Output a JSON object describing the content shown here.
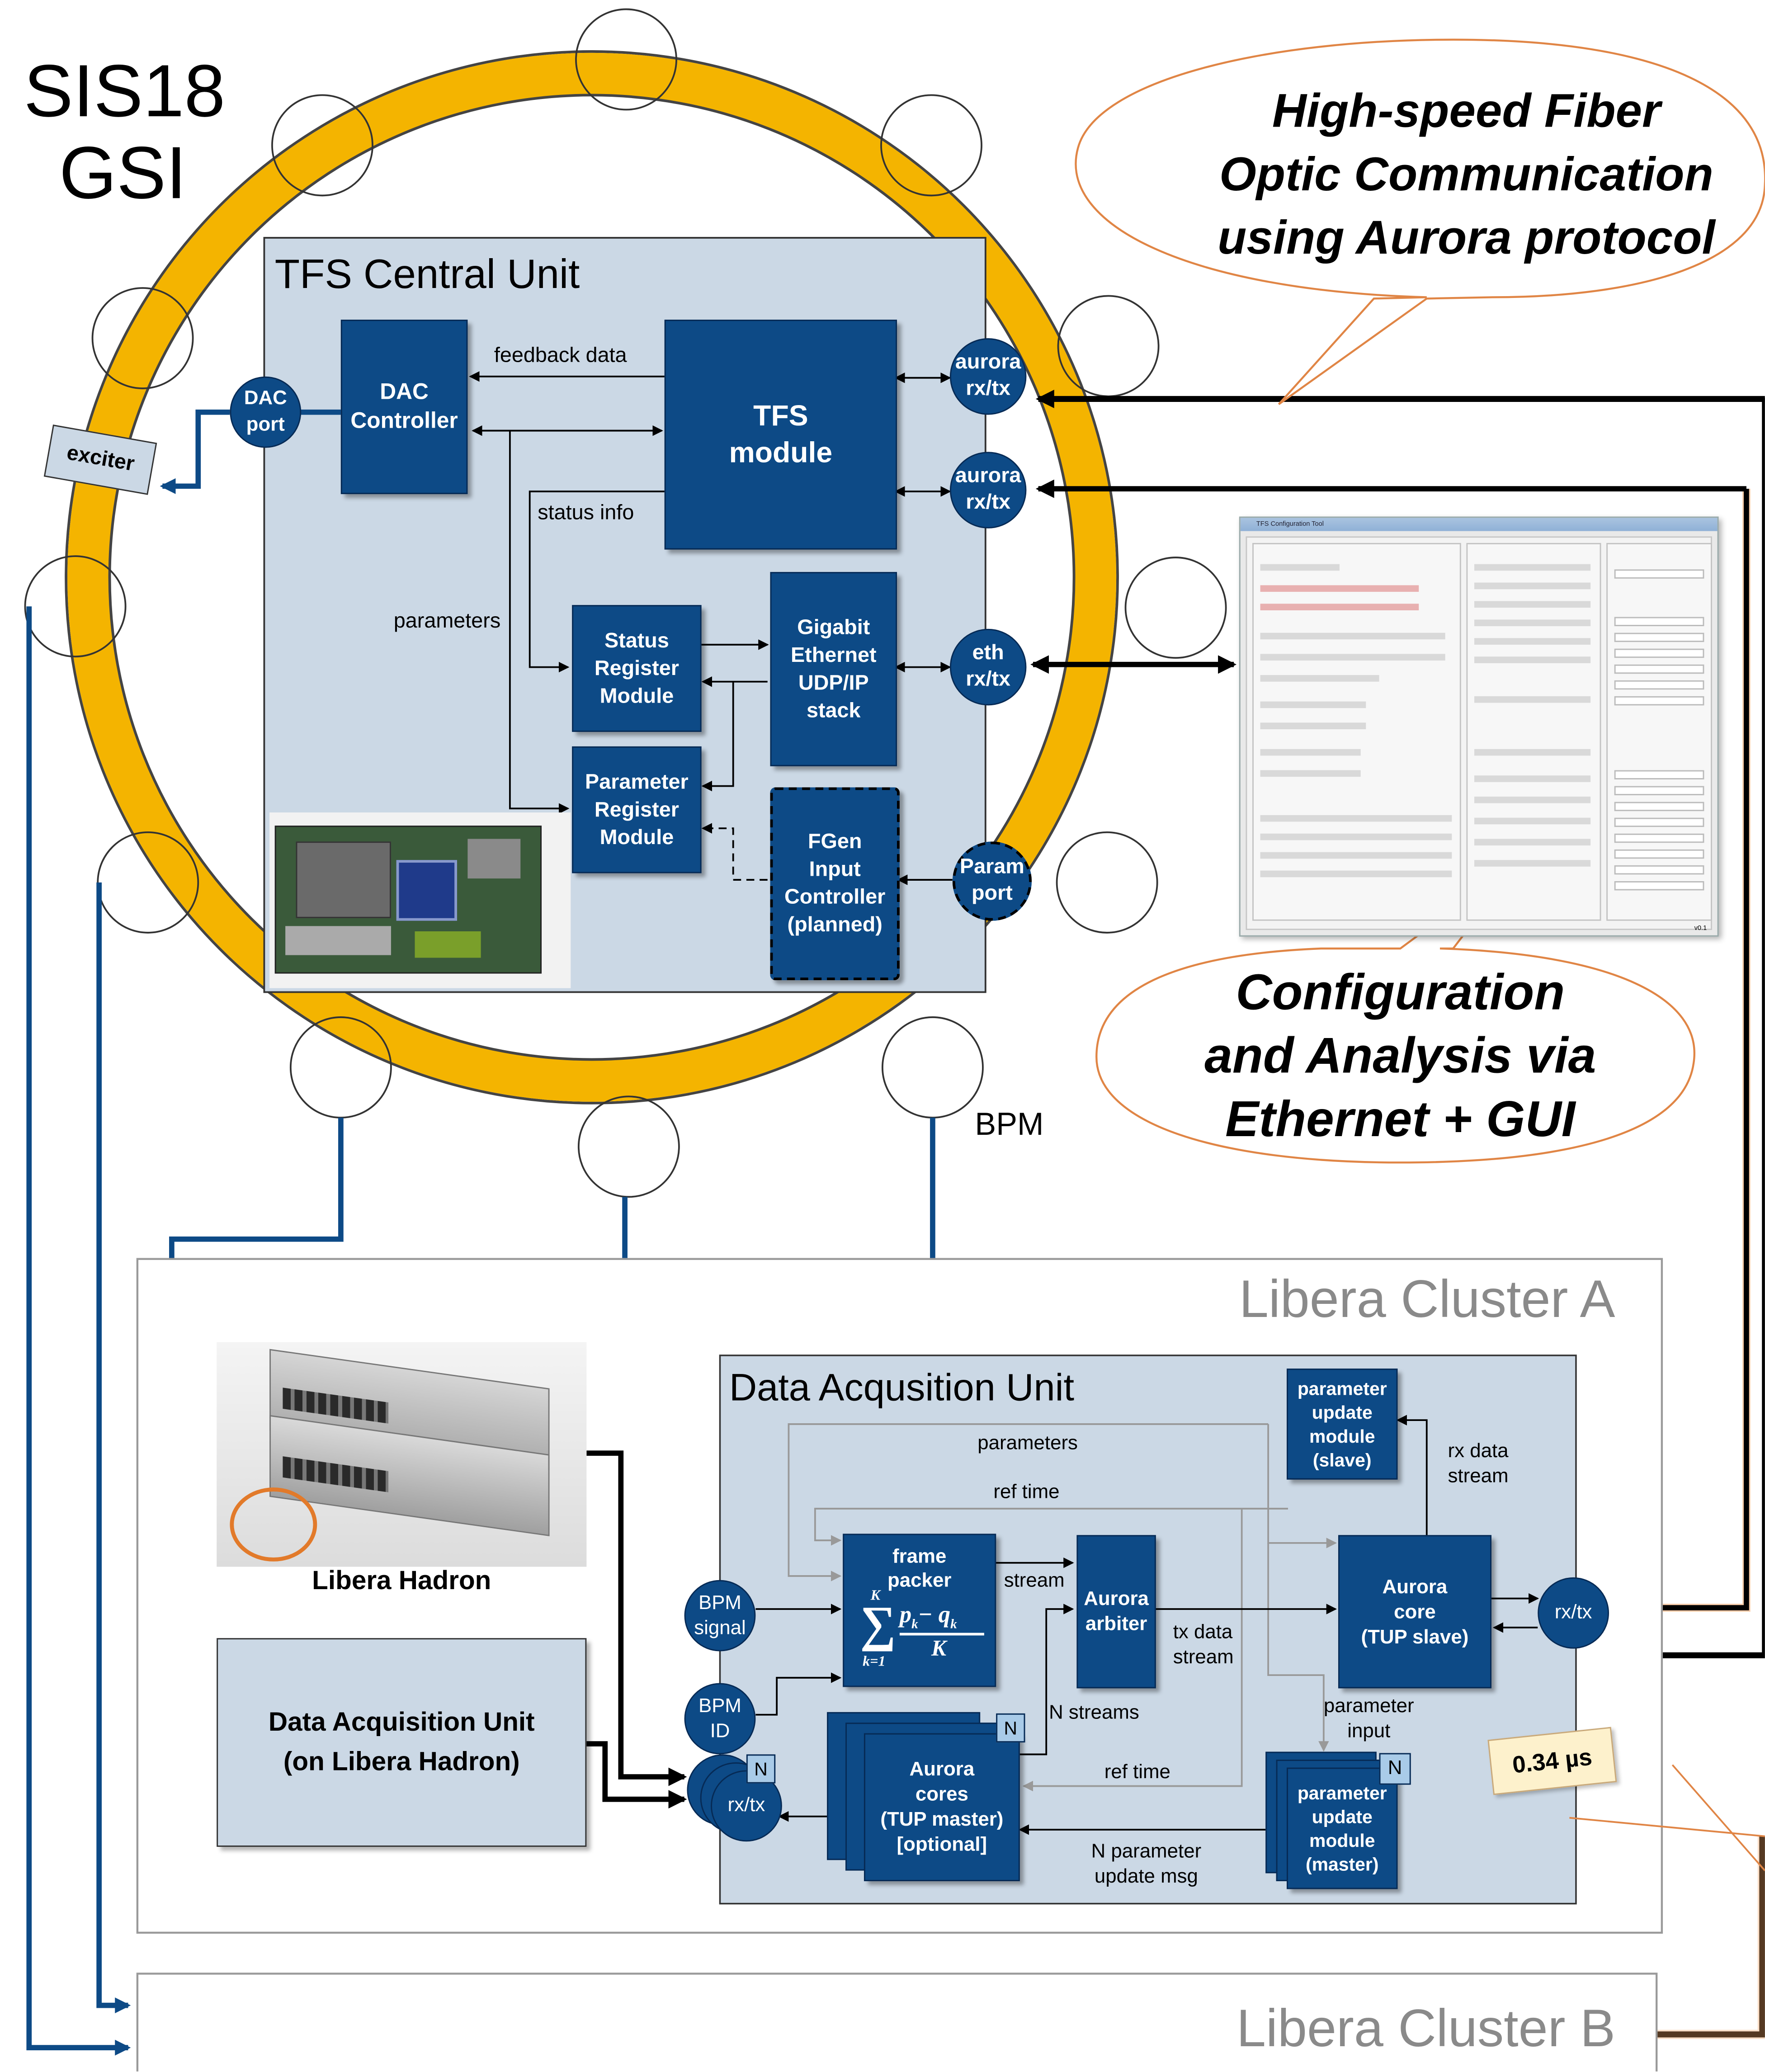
{
  "ring": {
    "title_line1": "SIS18",
    "title_line2": "GSI",
    "colors": {
      "ring": "#f4b400",
      "module": "#0d4a86",
      "panel": "#cbd8e5"
    }
  },
  "central_unit": {
    "title": "TFS Central Unit",
    "dac_port": [
      "DAC",
      "port"
    ],
    "dac_controller": [
      "DAC",
      "Controller"
    ],
    "tfs_module": [
      "TFS",
      "module"
    ],
    "aurora_port_1": [
      "aurora",
      "rx/tx"
    ],
    "aurora_port_2": [
      "aurora",
      "rx/tx"
    ],
    "eth_port": [
      "eth",
      "rx/tx"
    ],
    "param_port": [
      "Param",
      "port"
    ],
    "status_register": [
      "Status",
      "Register",
      "Module"
    ],
    "gigabit_stack": [
      "Gigabit",
      "Ethernet",
      "UDP/IP",
      "stack"
    ],
    "parameter_register": [
      "Parameter",
      "Register",
      "Module"
    ],
    "fgen_controller": [
      "FGen",
      "Input",
      "Controller",
      "(planned)"
    ],
    "labels": {
      "feedback_data": "feedback data",
      "status_info": "status info",
      "parameters": "parameters"
    }
  },
  "exciter": "exciter",
  "bpm_label": "BPM",
  "callouts": {
    "fiber": [
      "High-speed Fiber",
      "Optic Communication",
      "using Aurora protocol"
    ],
    "ethernet": [
      "Configuration",
      "and Analysis via",
      "Ethernet + GUI"
    ]
  },
  "gui_window": {
    "title": "TFS Configuration Tool",
    "version": "v0.1"
  },
  "cluster_a": {
    "title": "Libera Cluster A",
    "libera_hadron_label": "Libera Hadron",
    "daq_on_libera": [
      "Data Acquisition Unit",
      "(on Libera Hadron)"
    ],
    "daq_unit": {
      "title": "Data Acqusition Unit",
      "bpm_signal": [
        "BPM",
        "signal"
      ],
      "bpm_id": [
        "BPM",
        "ID"
      ],
      "frame_packer": [
        "frame",
        "packer"
      ],
      "aurora_arbiter": [
        "Aurora",
        "arbiter"
      ],
      "aurora_core": [
        "Aurora",
        "core",
        "(TUP slave)"
      ],
      "param_update_slave": [
        "parameter",
        "update",
        "module",
        "(slave)"
      ],
      "param_update_master": [
        "parameter",
        "update",
        "module",
        "(master)"
      ],
      "aurora_cores": [
        "Aurora",
        "cores",
        "(TUP master)",
        "[optional]"
      ],
      "rxtx_right": "rx/tx",
      "rxtx_left": "rx/tx",
      "n_badge": "N",
      "formula": {
        "sum_top": "K",
        "sum_bottom": "k=1",
        "numerator": "p",
        "minus": "− q",
        "sub": "k",
        "denominator": "K"
      },
      "labels": {
        "parameters": "parameters",
        "ref_time_top": "ref time",
        "stream": "stream",
        "tx_data_stream": [
          "tx data",
          "stream"
        ],
        "rx_data_stream": [
          "rx data",
          "stream"
        ],
        "n_streams": "N streams",
        "ref_time_bottom": "ref time",
        "parameter_input": [
          "parameter",
          "input"
        ],
        "n_param_msg": [
          "N parameter",
          "update msg"
        ]
      },
      "latency_note": "0.34 µs"
    }
  },
  "cluster_b": {
    "title": "Libera Cluster B"
  }
}
